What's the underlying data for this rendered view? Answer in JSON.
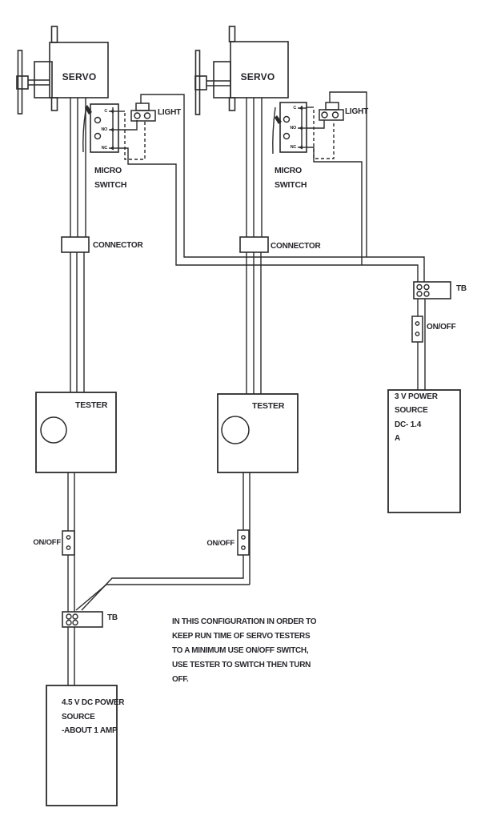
{
  "diagram": {
    "background_color": "#ffffff",
    "line_color": "#2b2b2b",
    "text_color": "#25252b",
    "servo_label": "SERVO",
    "micro_switch_label": {
      "line1": "MICRO",
      "line2": "SWITCH"
    },
    "switch_terminals": {
      "common": "C",
      "normally_open": "NO",
      "normally_closed": "NC"
    },
    "light_label": "LIGHT",
    "connector_label": "CONNECTOR",
    "tester_label": "TESTER",
    "on_off_label": "ON/OFF",
    "terminal_block_label": "TB",
    "power_source_3v": {
      "line1": "3 V POWER",
      "line2": "SOURCE",
      "line3": "DC- 1.4",
      "line4": "A"
    },
    "power_source_4_5v": {
      "line1": "4.5 V DC POWER",
      "line2": "SOURCE",
      "line3": "-ABOUT 1 AMP"
    },
    "note": {
      "line1": "IN THIS CONFIGURATION IN ORDER TO",
      "line2": "KEEP RUN TIME OF SERVO TESTERS",
      "line3": "TO A MINIMUM USE ON/OFF SWITCH,",
      "line4": "USE TESTER TO SWITCH THEN TURN",
      "line5": "OFF."
    }
  }
}
